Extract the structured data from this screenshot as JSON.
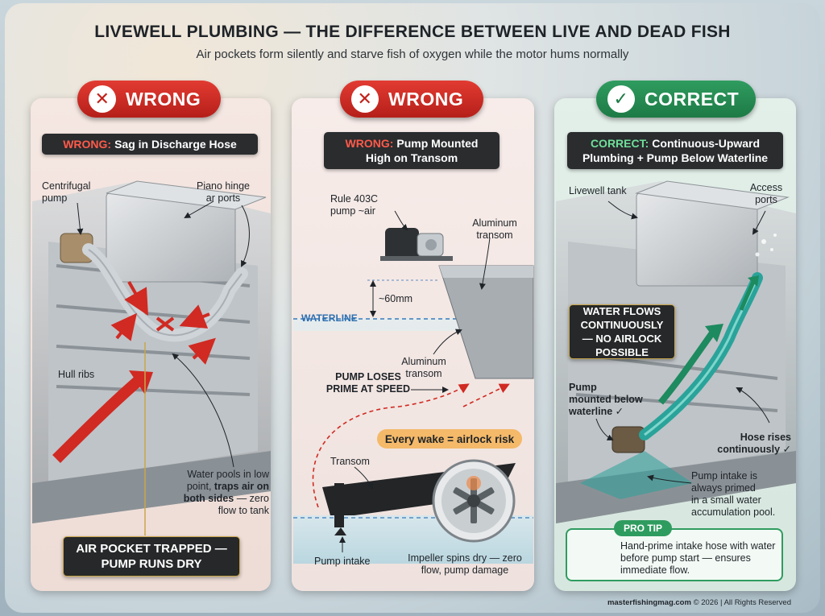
{
  "title": "LIVEWELL PLUMBING — THE DIFFERENCE BETWEEN LIVE AND DEAD FISH",
  "subtitle": "Air pockets form silently and starve fish of oxygen while the motor hums normally",
  "colors": {
    "wrong": "#c8231c",
    "correct": "#1f7d48",
    "dark_label": "#2a2c2e",
    "water": "#2aa39a",
    "pro_tip_border": "#2f9c5f"
  },
  "panel1": {
    "badge": "WRONG",
    "badge_icon": "x-icon",
    "header_keyword": "WRONG:",
    "header_text": "Sag in Discharge Hose",
    "labels": {
      "pump": "Centrifugal pump",
      "hinge": "Piano hinge ar ports",
      "ribs": "Hull ribs",
      "pools_1": "Water pools in low",
      "pools_2a": "point, ",
      "pools_2b": "traps air on",
      "pools_3a": "both sides",
      "pools_3b": " — zero",
      "pools_4": "flow to tank"
    },
    "callout": "AIR POCKET TRAPPED — PUMP RUNS DRY"
  },
  "panel2": {
    "badge": "WRONG",
    "badge_icon": "x-icon",
    "header_keyword": "WRONG:",
    "header_text": "Pump Mounted High on Transom",
    "labels": {
      "pump": "Rule 403C pump ~air",
      "aluminum_transom_top": "Aluminum transom",
      "gap": "~60mm",
      "waterline": "WATERLINE",
      "aluminum_transom_mid": "Aluminum transom",
      "loses_prime": "PUMP LOSES PRIME AT SPEED",
      "transom": "Transom",
      "intake": "Pump intake",
      "impeller": "Impeller spins dry — zero flow, pump damage"
    },
    "wake_note": "Every wake = airlock risk"
  },
  "panel3": {
    "badge": "CORRECT",
    "badge_icon": "check-icon",
    "header_keyword": "CORRECT:",
    "header_text": "Continuous-Upward Plumbing + Pump Below Waterline",
    "labels": {
      "tank": "Livewell tank",
      "ports": "Access ports",
      "flow": "WATER FLOWS CONTINUOUSLY — NO AIRLOCK POSSIBLE",
      "pump_1": "Pump",
      "pump_2": "mounted below",
      "pump_3": "waterline ✓",
      "hose_1": "Hose rises",
      "hose_2": "continuously ✓",
      "intake_1": "Pump intake is",
      "intake_2": "always primed",
      "intake_3": "in a small water",
      "intake_4": "accumulation pool."
    },
    "pro_tip_title": "PRO TIP",
    "pro_tip_icon": "lightbulb-icon",
    "pro_tip_text": "Hand-prime intake hose with water before pump start — ensures immediate flow."
  },
  "footer": {
    "site": "masterfishingmag.com",
    "rest": " © 2026 | All Rights Reserved"
  }
}
